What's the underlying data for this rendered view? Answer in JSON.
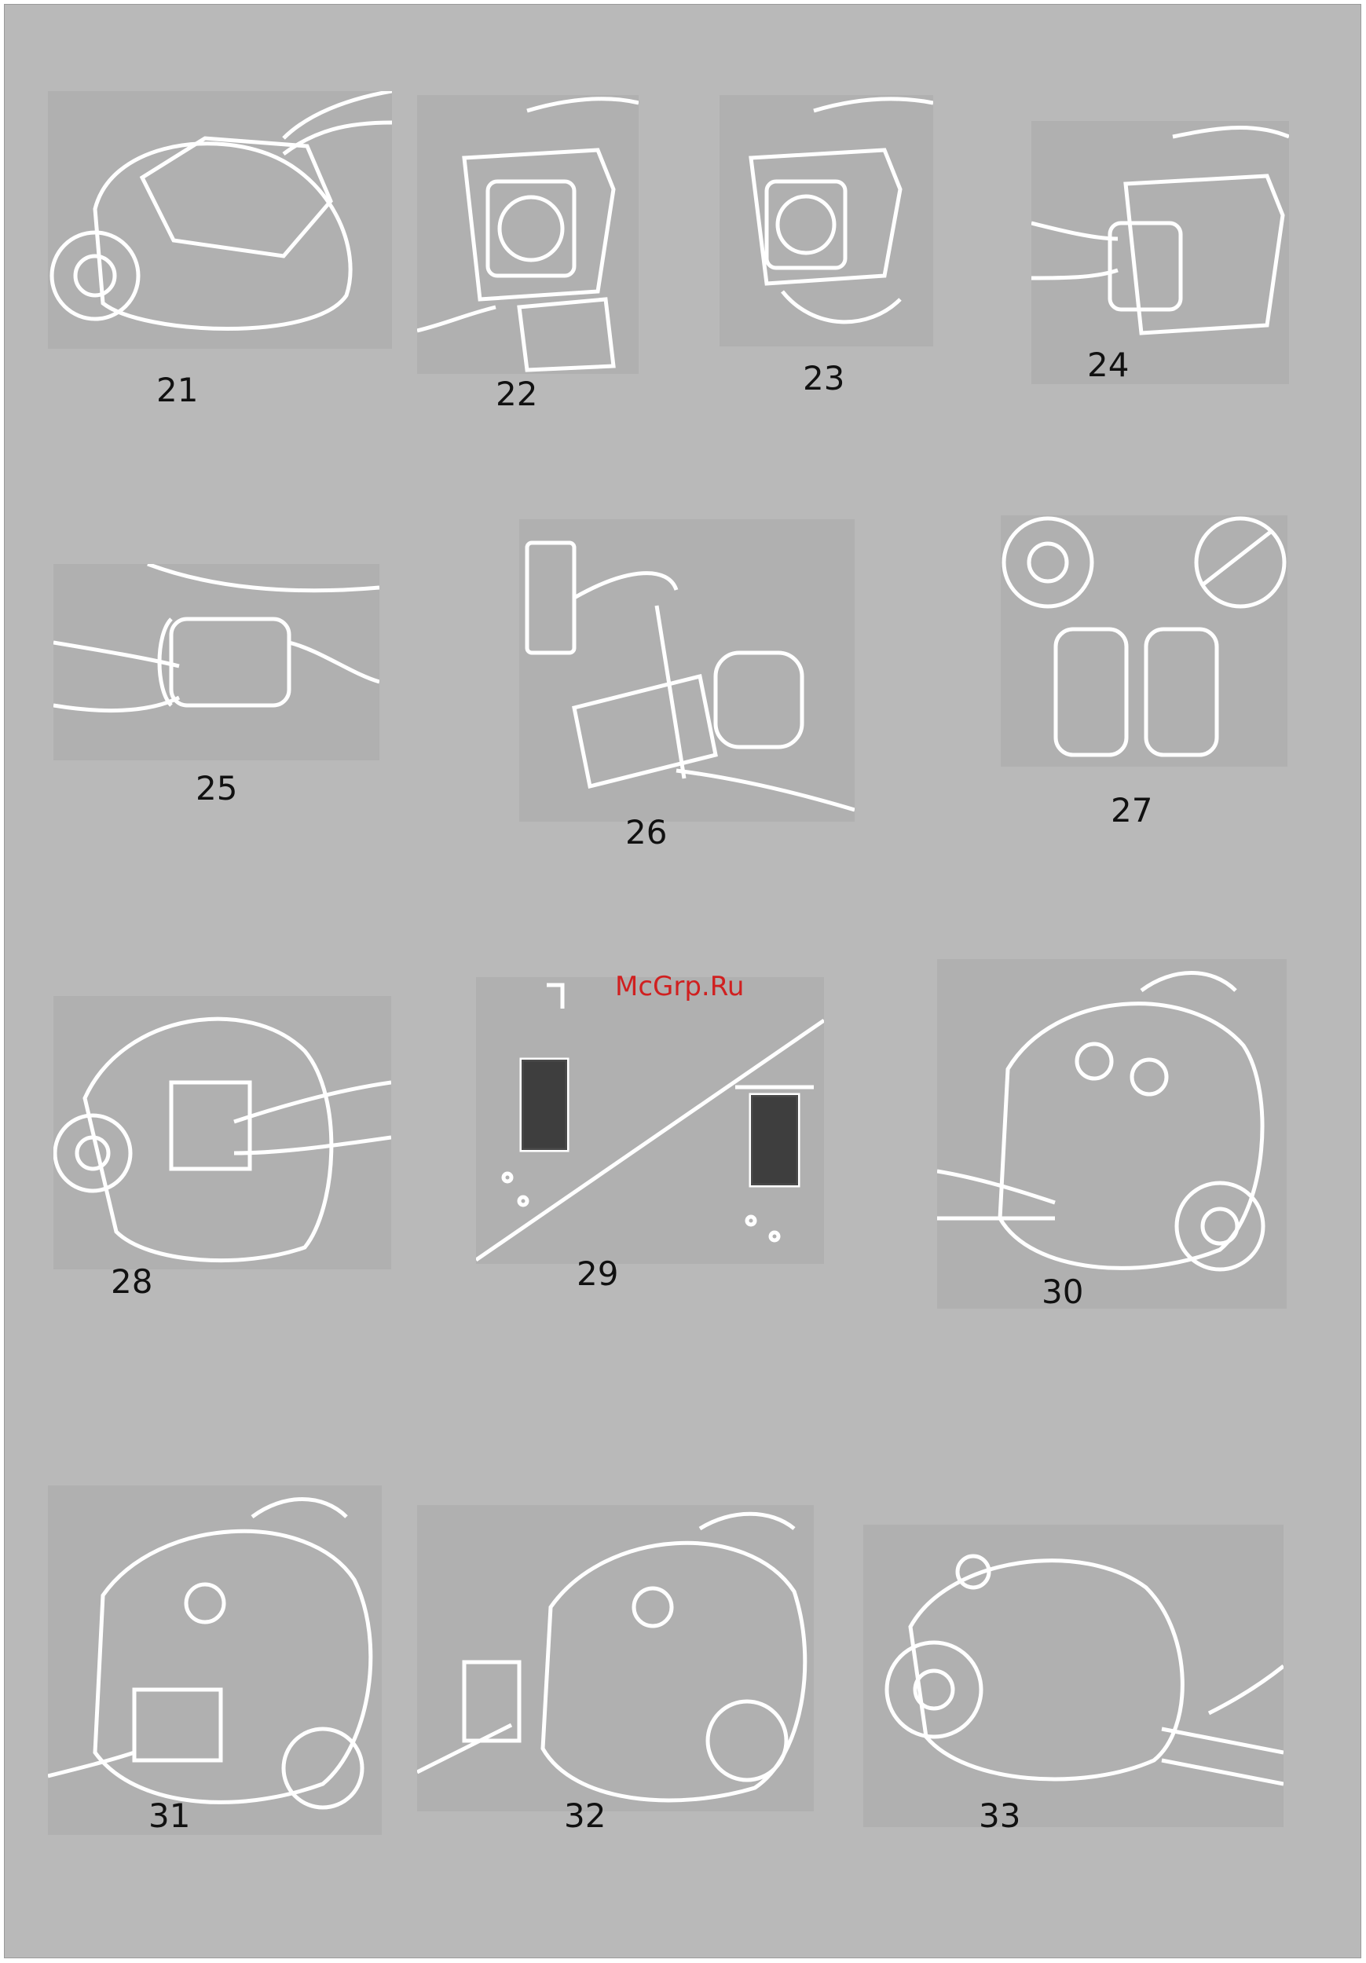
{
  "figures": [
    {
      "number": "21",
      "icon": "vacuum-cleaner-open-lid"
    },
    {
      "number": "22",
      "icon": "remove-dust-container"
    },
    {
      "number": "23",
      "icon": "dust-container-bottom-open"
    },
    {
      "number": "24",
      "icon": "remove-filter-cylinder"
    },
    {
      "number": "25",
      "icon": "twist-filter-apart"
    },
    {
      "number": "26",
      "icon": "rinse-filter-under-tap"
    },
    {
      "number": "27",
      "icon": "dry-filter-parts"
    },
    {
      "number": "28",
      "icon": "remove-motor-filter"
    },
    {
      "number": "29",
      "icon": "wash-and-dry-sponge-filter"
    },
    {
      "number": "30",
      "icon": "open-exhaust-grille"
    },
    {
      "number": "31",
      "icon": "exhaust-filter-cover"
    },
    {
      "number": "32",
      "icon": "replace-exhaust-filter"
    },
    {
      "number": "33",
      "icon": "insert-hose"
    }
  ],
  "watermark": "McGrp.Ru",
  "colors": {
    "page_background": "#b9b9b9",
    "panel_background": "#b0b0b0",
    "line_art": "#ffffff",
    "watermark": "#d02020"
  }
}
